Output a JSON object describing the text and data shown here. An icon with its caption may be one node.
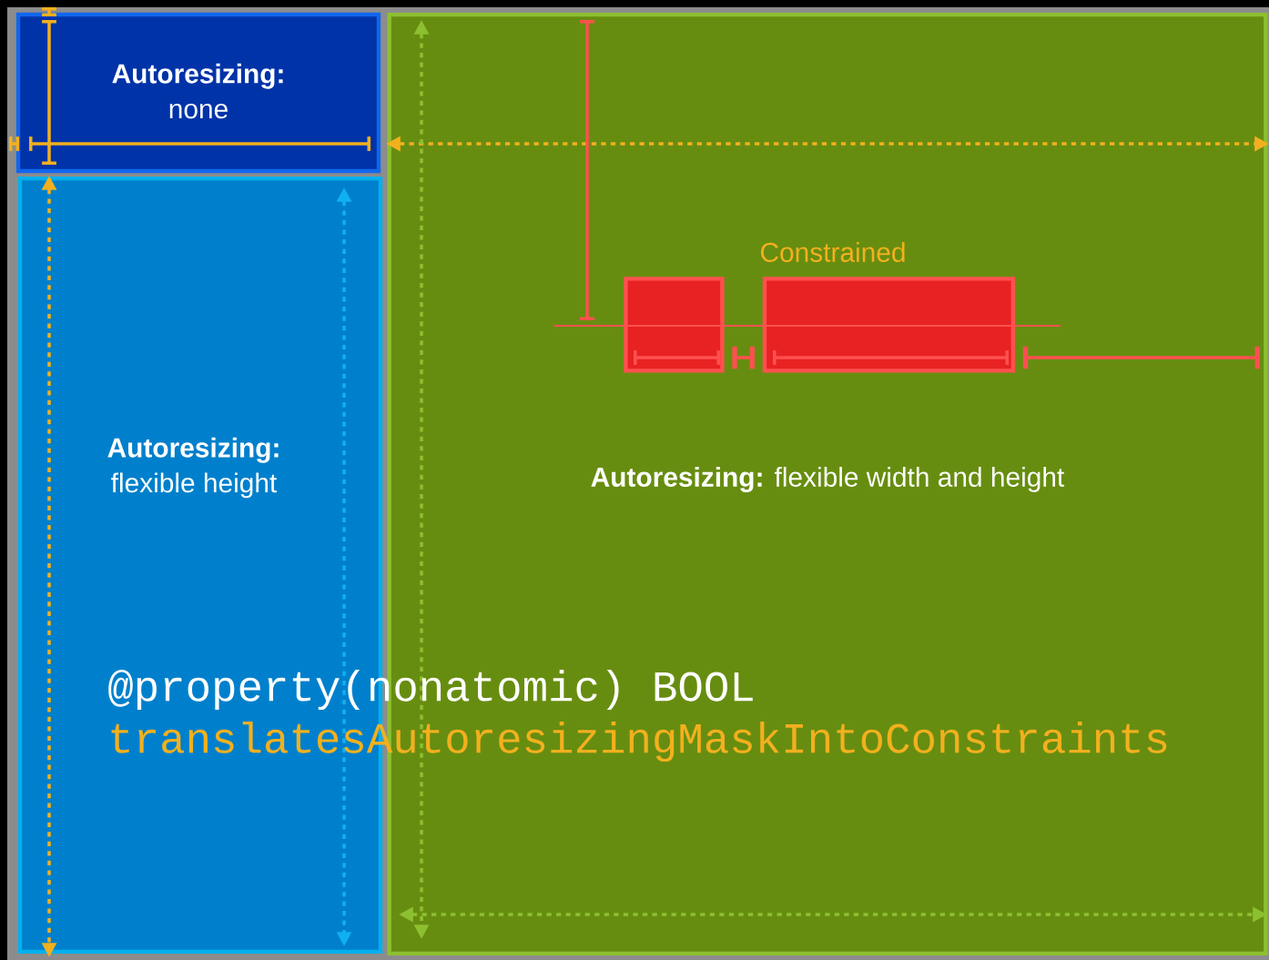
{
  "diagram": {
    "nodes": [
      {
        "text": [
          "Autoresizing:",
          "none"
        ]
      },
      {
        "text": [
          "Autoresizing:",
          "flexible height"
        ]
      },
      {
        "text": [
          "**Autoresizing:** flexible width and height"
        ]
      },
      {
        "text": [],
        "shape": "box",
        "in": 2
      },
      {
        "text": [],
        "shape": "box",
        "in": 2
      }
    ],
    "edges": [
      {
        "from": 3,
        "to": 4,
        "arrow": "other"
      },
      {
        "from": 4,
        "to": 2,
        "arrow": "other"
      }
    ],
    "labels": [
      "Constrained",
      "@property(nonatomic) BOOL",
      "translatesAutoresizingMaskIntoConstraints"
    ]
  }
}
